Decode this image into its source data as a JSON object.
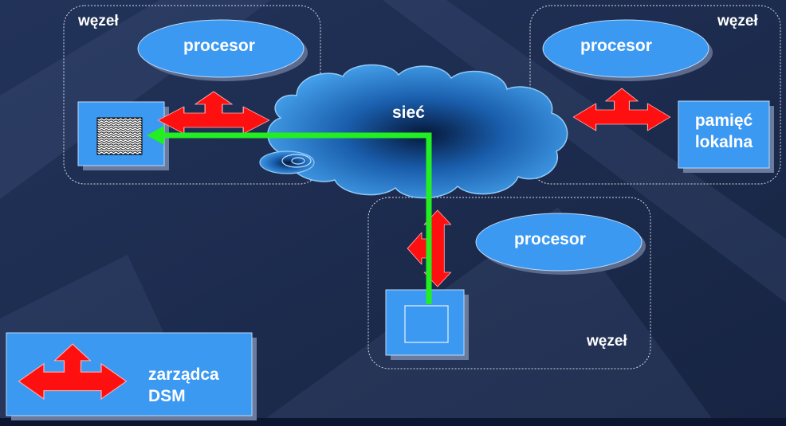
{
  "colors": {
    "background": "#1c2a4a",
    "node_border": "#d8dce6",
    "box_fill": "#3b99f2",
    "arrow_fill": "#ff1010",
    "path_stroke": "#22ee22",
    "cloud_fill": "#3a9bea"
  },
  "nodes": [
    {
      "label": "węzeł",
      "processor": "procesor"
    },
    {
      "label": "węzeł",
      "processor": "procesor",
      "memory_label": [
        "pamięć",
        "lokalna"
      ]
    },
    {
      "label": "węzeł",
      "processor": "procesor"
    }
  ],
  "network": {
    "label": "sieć"
  },
  "legend": {
    "label": [
      "zarządca",
      "DSM"
    ]
  },
  "icons": [
    "memory-page-icon",
    "double-arrow-icon",
    "network-cloud-icon"
  ]
}
